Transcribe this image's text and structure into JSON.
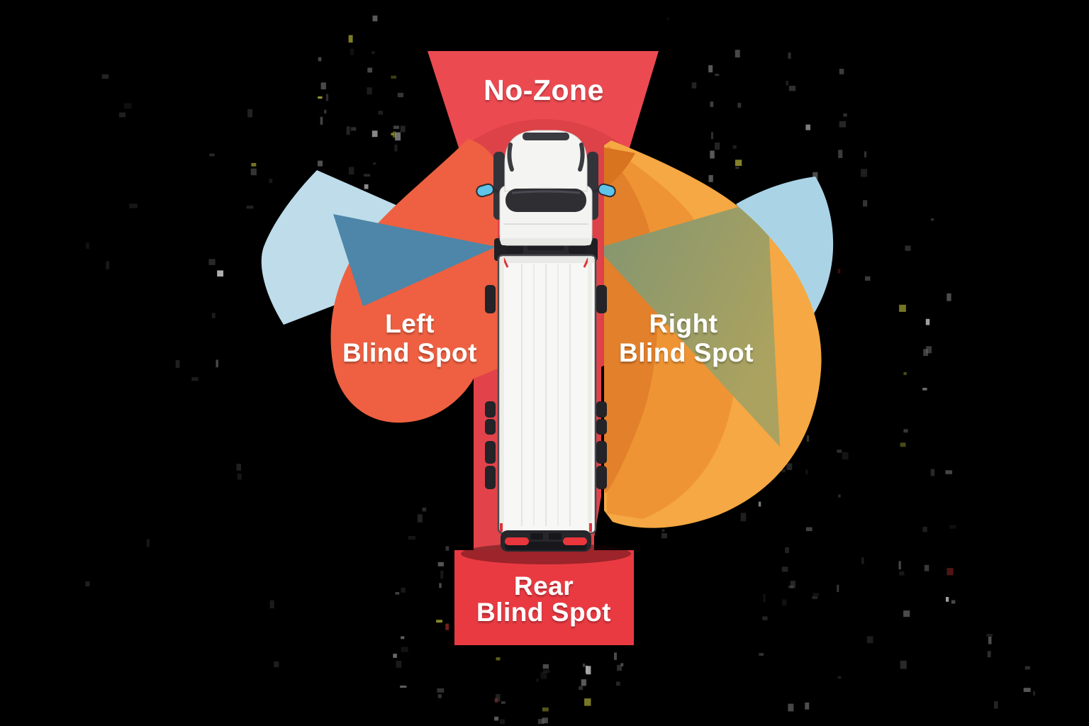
{
  "diagram": {
    "type": "truck-blind-spot-no-zone-diagram",
    "background_color": "#000000",
    "zones": {
      "front_no_zone": {
        "label": "No-Zone",
        "color": "#ec4a51"
      },
      "left_blind_spot": {
        "label_line1": "Left",
        "label_line2": "Blind Spot",
        "color": "#ee6041"
      },
      "right_blind_spot": {
        "label_line1": "Right",
        "label_line2": "Blind Spot",
        "color": "#f5a843"
      },
      "rear_blind_spot": {
        "label_line1": "Rear",
        "label_line2": "Blind Spot",
        "color": "#e93a42"
      }
    },
    "mirror_views": {
      "left_fan_color": "#bedce9",
      "left_beam_color": "#4d86a8",
      "right_fan_color": "#aad4e6",
      "right_beam_start_color": "#87976f",
      "right_beam_end_color": "#aba25f"
    },
    "truck": {
      "cab_color": "#f4f4f2",
      "trailer_color": "#f7f7f5",
      "dark_trim_color": "#2b2b30",
      "mirror_color": "#5ec4e9",
      "taillight_color": "#e8363c"
    }
  }
}
